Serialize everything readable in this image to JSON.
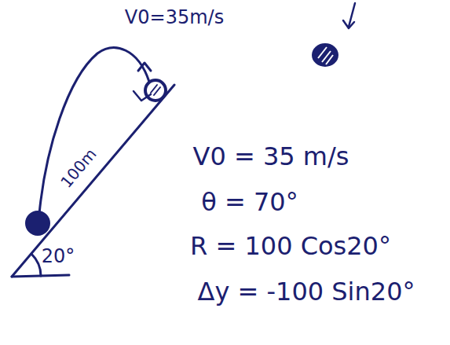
{
  "diagram": {
    "labels": [
      "V0=35m/s",
      "100m",
      "20°",
      "V0 = 35 m/s",
      "θ = 70°",
      "R = 100 Cos20°",
      "Δy = -100 Sin20°"
    ]
  }
}
